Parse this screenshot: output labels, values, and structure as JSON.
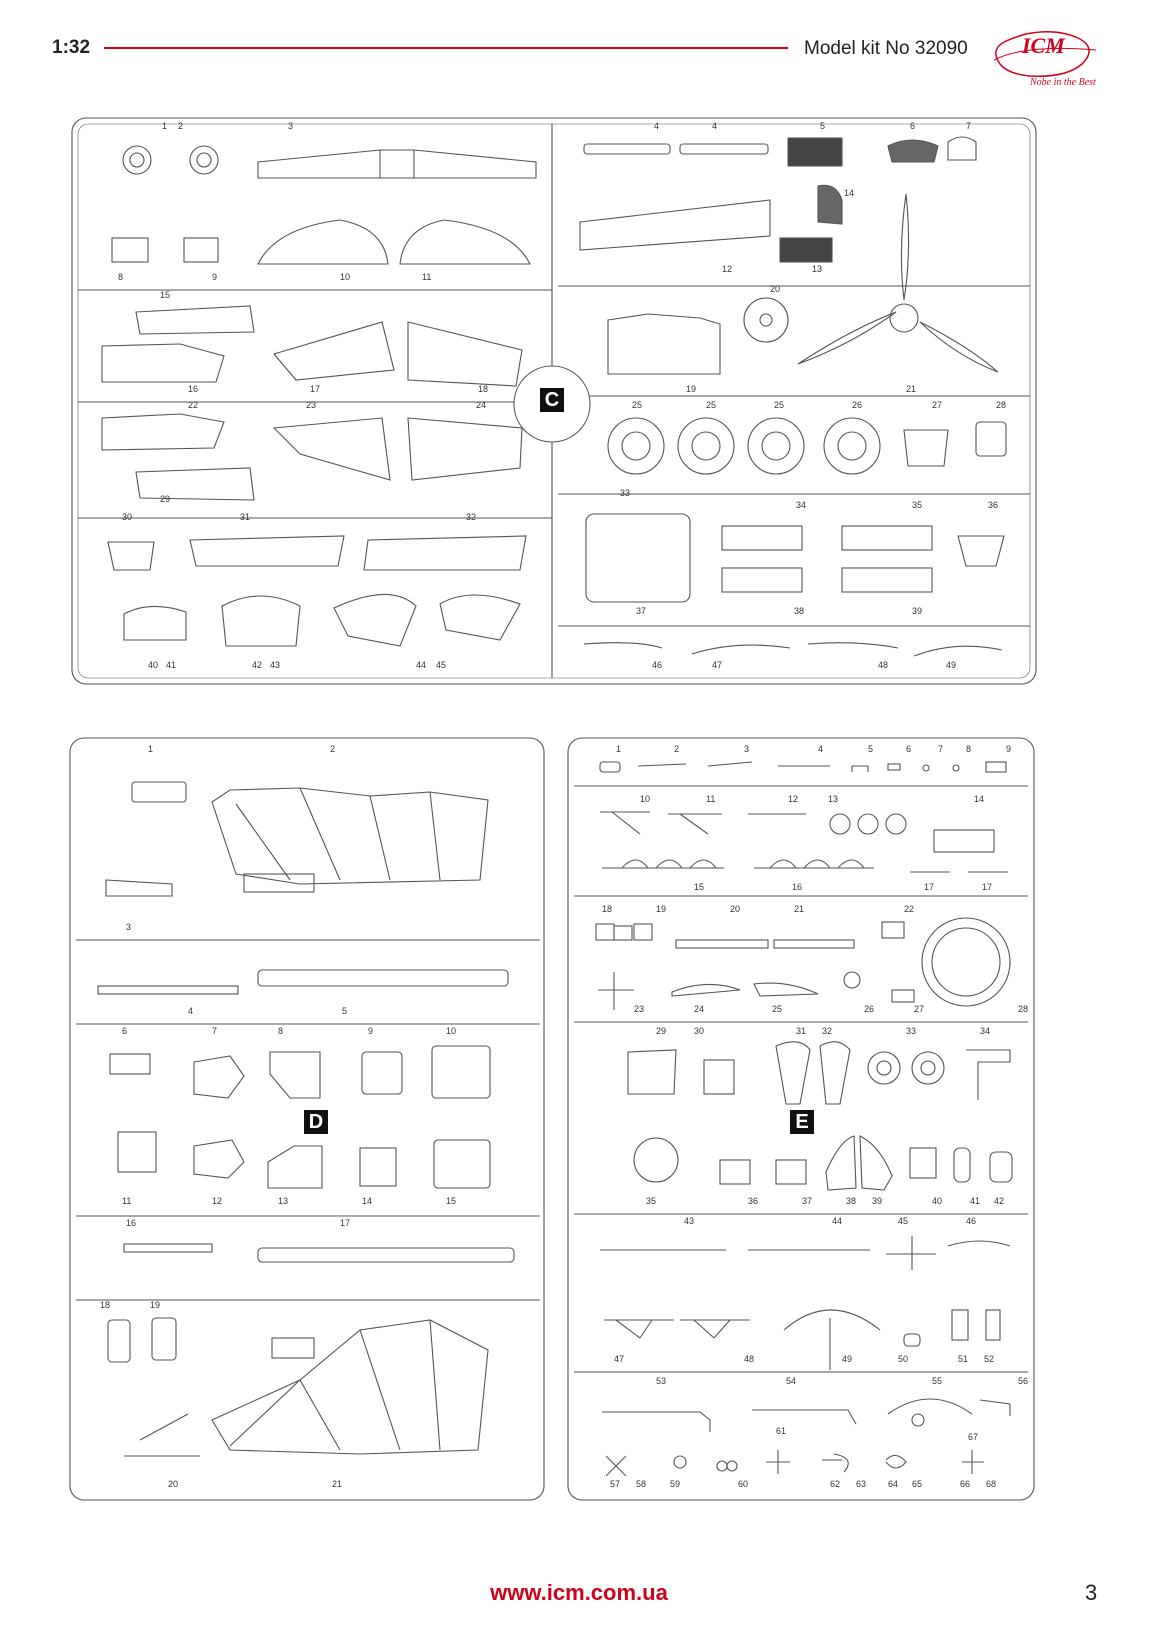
{
  "header": {
    "scale": "1:32",
    "kit_label": "Model kit No 32090",
    "brand": "ICM",
    "brand_tagline": "Nobe in the Best",
    "accent_color": "#d0021b"
  },
  "sprues": {
    "C": {
      "label": "C",
      "parts": [
        "1",
        "2",
        "3",
        "4",
        "4",
        "5",
        "6",
        "7",
        "8",
        "9",
        "10",
        "11",
        "12",
        "13",
        "14",
        "15",
        "16",
        "17",
        "18",
        "19",
        "20",
        "21",
        "22",
        "23",
        "24",
        "25",
        "25",
        "25",
        "26",
        "27",
        "28",
        "29",
        "30",
        "31",
        "32",
        "33",
        "34",
        "35",
        "36",
        "37",
        "38",
        "39",
        "40",
        "41",
        "42",
        "43",
        "44",
        "45",
        "46",
        "47",
        "48",
        "49"
      ]
    },
    "D": {
      "label": "D",
      "parts": [
        "1",
        "2",
        "3",
        "4",
        "5",
        "6",
        "7",
        "8",
        "9",
        "10",
        "11",
        "12",
        "13",
        "14",
        "15",
        "16",
        "17",
        "18",
        "19",
        "20",
        "21"
      ]
    },
    "E": {
      "label": "E",
      "parts": [
        "1",
        "2",
        "3",
        "4",
        "5",
        "6",
        "7",
        "8",
        "9",
        "10",
        "11",
        "12",
        "13",
        "14",
        "15",
        "16",
        "17",
        "17",
        "18",
        "19",
        "20",
        "21",
        "22",
        "23",
        "24",
        "25",
        "26",
        "27",
        "28",
        "29",
        "30",
        "31",
        "32",
        "33",
        "34",
        "35",
        "36",
        "37",
        "38",
        "39",
        "40",
        "41",
        "42",
        "43",
        "44",
        "45",
        "46",
        "47",
        "48",
        "49",
        "50",
        "51",
        "52",
        "53",
        "54",
        "55",
        "56",
        "57",
        "58",
        "59",
        "60",
        "61",
        "62",
        "63",
        "64",
        "65",
        "66",
        "67",
        "68"
      ]
    }
  },
  "footer": {
    "url": "www.icm.com.ua",
    "page_number": "3"
  }
}
